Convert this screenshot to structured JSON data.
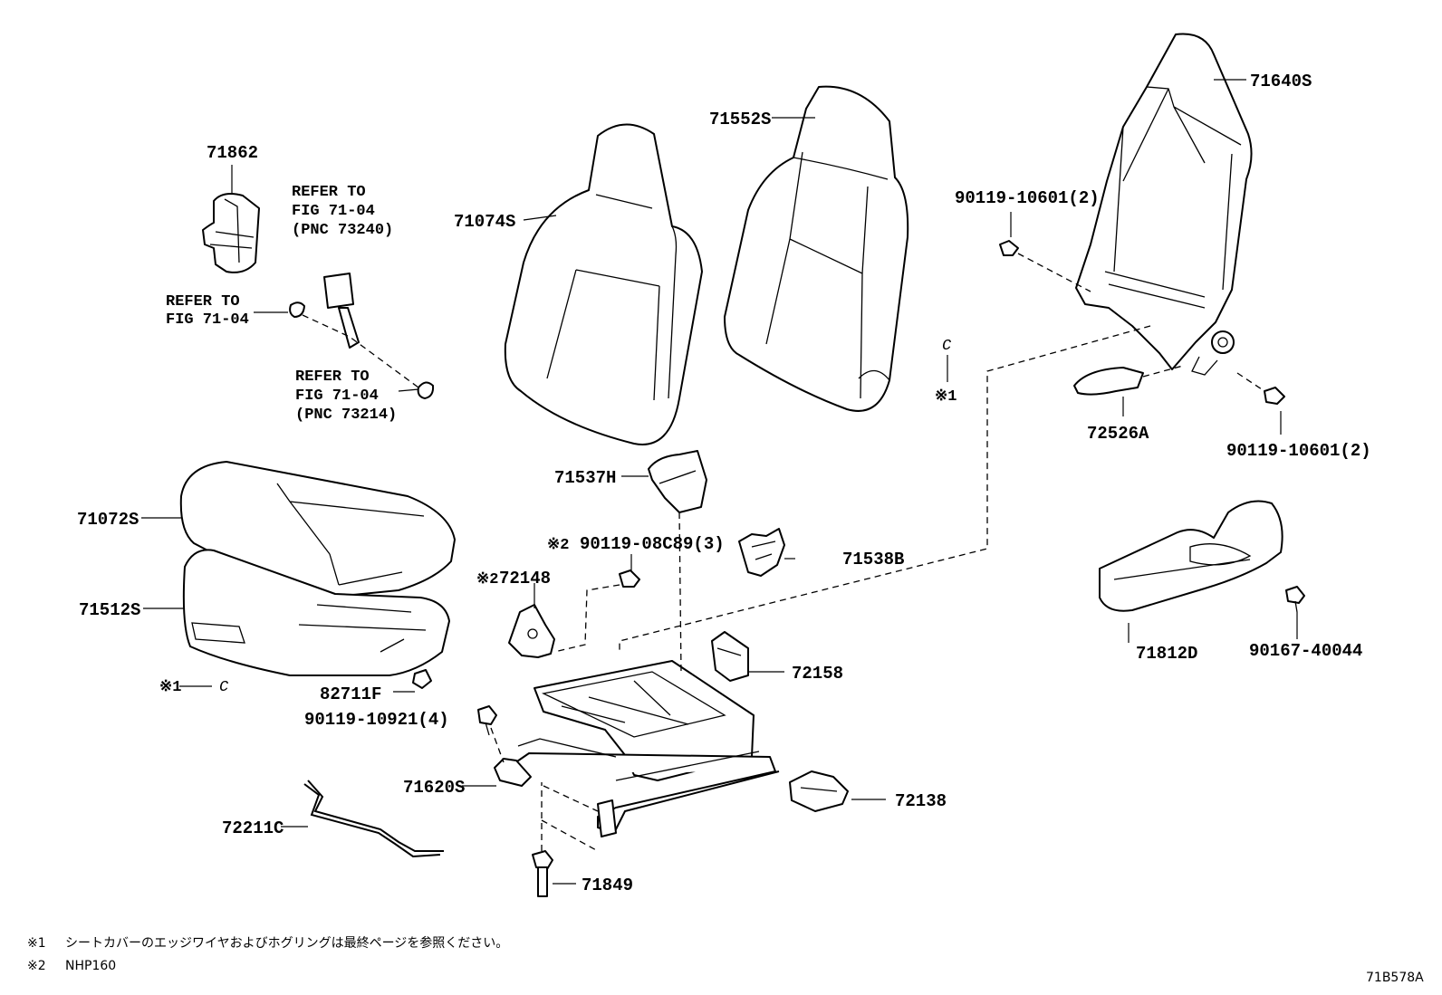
{
  "parts": {
    "p71862": "71862",
    "p71074S": "71074S",
    "p71552S": "71552S",
    "p71640S": "71640S",
    "p90119_10601_a": "90119-10601(2)",
    "p90119_10601_b": "90119-10601(2)",
    "p72526A": "72526A",
    "p71072S": "71072S",
    "p71512S": "71512S",
    "p71537H": "71537H",
    "p90119_08C89": "90119-08C89(3)",
    "p72148": "72148",
    "p71538B": "71538B",
    "p72158": "72158",
    "p82711F": "82711F",
    "p90119_10921": "90119-10921(4)",
    "p71620S": "71620S",
    "p72138": "72138",
    "p72211C": "72211C",
    "p71849": "71849",
    "p71812D": "71812D",
    "p90167_40044": "90167-40044"
  },
  "marks": {
    "note1": "※1",
    "note2": "※2",
    "c": "C"
  },
  "refs": {
    "refer_to": "REFER TO",
    "fig": "FIG 71-04",
    "pnc_73240": "(PNC 73240)",
    "pnc_73214": "(PNC 73214)"
  },
  "footnotes": {
    "n1_mark": "※1",
    "n1_text": "シートカバーのエッジワイヤおよびホグリングは最終ページを参照ください。",
    "n2_mark": "※2",
    "n2_text": "NHP160"
  },
  "figure_code": "71B578A"
}
